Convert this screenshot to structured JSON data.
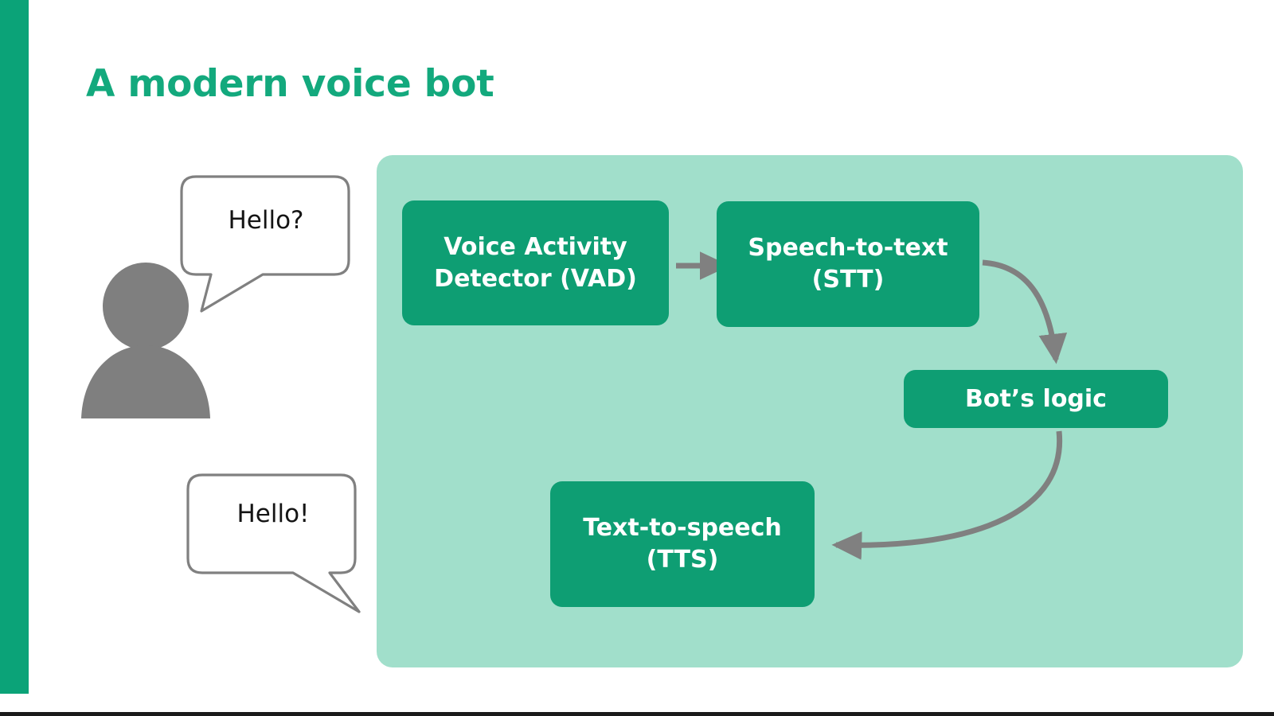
{
  "slide": {
    "title": "A modern voice bot",
    "accent_color": "#0BA378",
    "title_color": "#13A97D",
    "panel_color": "#A1DFCB",
    "box_color": "#0E9E73",
    "arrow_color": "#808080",
    "person_color": "#7F7F7F",
    "bubble_stroke": "#808080",
    "background_color": "#FFFFFF"
  },
  "pipeline": {
    "stages": [
      {
        "id": "vad",
        "label": "Voice Activity\nDetector (VAD)"
      },
      {
        "id": "stt",
        "label": "Speech-to-text\n(STT)"
      },
      {
        "id": "logic",
        "label": "Bot’s logic"
      },
      {
        "id": "tts",
        "label": "Text-to-speech\n(TTS)"
      }
    ],
    "connections": [
      {
        "from": "vad",
        "to": "stt",
        "style": "straight"
      },
      {
        "from": "stt",
        "to": "logic",
        "style": "curved"
      },
      {
        "from": "logic",
        "to": "tts",
        "style": "curved"
      }
    ]
  },
  "conversation": {
    "user_bubble": "Hello?",
    "bot_bubble": "Hello!"
  },
  "icons": {
    "person": "person-icon",
    "bubble_user": "speech-bubble-icon",
    "bubble_bot": "speech-bubble-icon"
  }
}
